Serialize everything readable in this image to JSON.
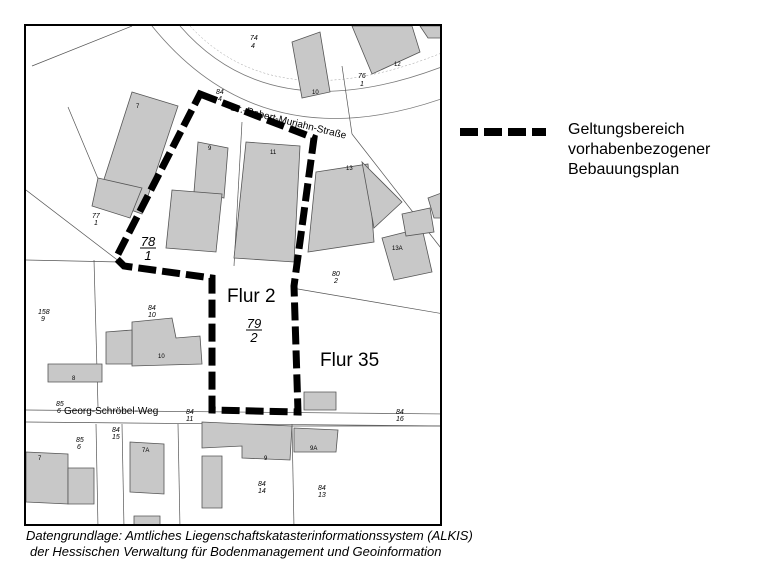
{
  "map": {
    "flur_left": "Flur 2",
    "flur_right": "Flur 35",
    "parcel_main_num": "79",
    "parcel_main_den": "2",
    "parcel_left_num": "78",
    "parcel_left_den": "1",
    "street_north": "Dr.-Robert-Murjahn-Straße",
    "street_south": "Georg-Schröbel-Weg",
    "labels": {
      "h7": "7",
      "h9": "9",
      "h11": "11",
      "h13": "13",
      "h10top": "10",
      "h12": "12",
      "h13a": "13A",
      "h10": "10",
      "h8": "8",
      "h7a": "7A",
      "h9b": "9",
      "h9a": "9A",
      "h7s": "7",
      "p74_4_n": "74",
      "p74_4_d": "4",
      "p76_1_n": "76",
      "p76_1_d": "1",
      "p84_n": "84",
      "p84_d": "4",
      "p77_1_n": "77",
      "p77_1_d": "1",
      "p80_2_n": "80",
      "p80_2_d": "2",
      "p158_9_n": "158",
      "p158_9_d": "9",
      "p84_10_n": "84",
      "p84_10_d": "10",
      "p85_6_n": "85",
      "p85_6_d": "6",
      "p84_15_n": "84",
      "p84_15_d": "15",
      "p84_11_n": "84",
      "p84_11_d": "11",
      "p84_16_n": "84",
      "p84_16_d": "16",
      "p84_14_n": "84",
      "p84_14_d": "14",
      "p84_13_n": "84",
      "p84_13_d": "13",
      "p85_n": "85",
      "p85_d": "6"
    }
  },
  "legend": {
    "line1": "Geltungsbereich",
    "line2": "vorhabenbezogener",
    "line3": "Bebauungsplan"
  },
  "source": {
    "line1": "Datengrundlage: Amtliches Liegenschaftskatasterinformationssystem (ALKIS)",
    "line2": "der Hessischen Verwaltung für Bodenmanagement und Geoinformation"
  },
  "colors": {
    "building": "#c8c8c8",
    "boundary": "#000000"
  }
}
